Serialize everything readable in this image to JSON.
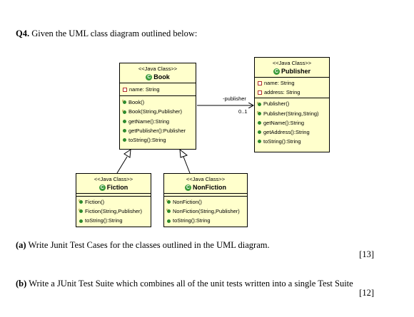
{
  "question": {
    "number": "Q4.",
    "text": "Given the UML class diagram outlined below:"
  },
  "classes": {
    "book": {
      "stereotype": "<<Java Class>>",
      "name": "Book",
      "fields": [
        "name: String"
      ],
      "methods": [
        "Book()",
        "Book(String,Publisher)",
        "getName():String",
        "getPublisher():Publisher",
        "toString():String"
      ]
    },
    "publisher": {
      "stereotype": "<<Java Class>>",
      "name": "Publisher",
      "fields": [
        "name: String",
        "address: String"
      ],
      "methods": [
        "Publisher()",
        "Publisher(String,String)",
        "getName():String",
        "getAddress():String",
        "toString():String"
      ]
    },
    "fiction": {
      "stereotype": "<<Java Class>>",
      "name": "Fiction",
      "methods": [
        "Fiction()",
        "Fiction(String,Publisher)",
        "toString():String"
      ]
    },
    "nonfiction": {
      "stereotype": "<<Java Class>>",
      "name": "NonFiction",
      "methods": [
        "NonFiction()",
        "NonFiction(String,Publisher)",
        "toString():String"
      ]
    }
  },
  "association": {
    "role": "-publisher",
    "multiplicity": "0..1"
  },
  "parts": {
    "a": {
      "label": "(a)",
      "text": "Write Junit Test Cases for the classes outlined in the UML diagram.",
      "marks": "[13]"
    },
    "b": {
      "label": "(b)",
      "text": "Write a JUnit Test Suite which combines all of the unit tests written into a single Test Suite",
      "marks": "[12]"
    }
  }
}
